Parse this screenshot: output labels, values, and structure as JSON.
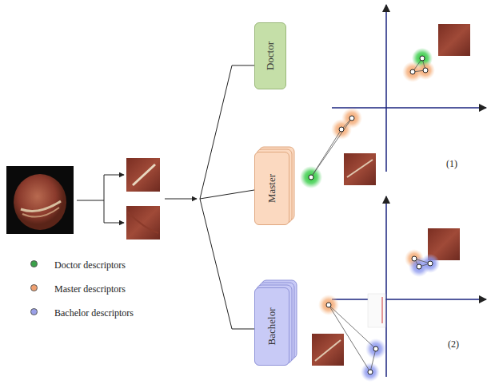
{
  "diagram": {
    "nodes": [
      {
        "text": [
          "Doctor"
        ]
      },
      {
        "text": [
          "Master"
        ]
      },
      {
        "text": [
          "Bachelor"
        ]
      }
    ],
    "labels": [
      "(1)",
      "(2)"
    ],
    "legend": [
      {
        "text": "Doctor descriptors",
        "color": "#3aa14a"
      },
      {
        "text": "Master descriptors",
        "color": "#f0a070"
      },
      {
        "text": "Bachelor descriptors",
        "color": "#9aa0e8"
      }
    ]
  }
}
